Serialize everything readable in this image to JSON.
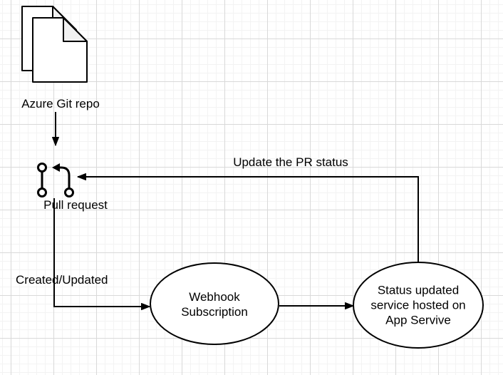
{
  "diagram": {
    "nodes": {
      "azure_git_repo": {
        "label": "Azure Git repo",
        "icon": "documents-icon"
      },
      "pull_request": {
        "label": "Pull request",
        "icon": "git-pull-request-icon"
      },
      "webhook_subscription": {
        "shape": "ellipse",
        "label_lines": [
          "Webhook",
          "Subscription"
        ]
      },
      "app_service": {
        "shape": "ellipse",
        "label_lines": [
          "Status updated",
          "service hosted on",
          "App Servive"
        ]
      }
    },
    "edges": {
      "repo_to_pr": {
        "label": ""
      },
      "pr_to_webhook": {
        "label": "Created/Updated"
      },
      "webhook_to_service": {
        "label": ""
      },
      "service_to_pr": {
        "label": "Update the PR status"
      }
    },
    "colors": {
      "stroke": "#000000",
      "shape_fill": "#ffffff",
      "fold_fill": "#f1f1f1",
      "text": "#000000",
      "grid_minor": "#f3f3f3",
      "grid_major": "#d9d9d9",
      "canvas_bg": "#ffffff"
    }
  }
}
